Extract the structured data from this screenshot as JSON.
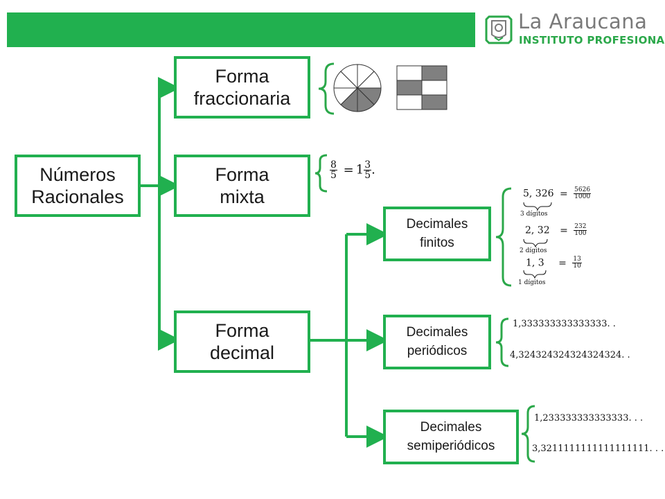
{
  "header": {
    "logo_name": "La Araucana",
    "logo_subtitle": "INSTITUTO PROFESIONAL"
  },
  "colors": {
    "accent": "#21b04f",
    "brace": "#2ba84a",
    "shade": "#808080"
  },
  "nodes": {
    "root": [
      "Números",
      "Racionales"
    ],
    "fractional": [
      "Forma",
      "fraccionaria"
    ],
    "mixed": [
      "Forma",
      "mixta"
    ],
    "decimal": [
      "Forma",
      "decimal"
    ],
    "finite": [
      "Decimales",
      "finitos"
    ],
    "periodic": [
      "Decimales",
      "periódicos"
    ],
    "semiperiodic": [
      "Decimales",
      "semiperiódicos"
    ]
  },
  "mixed_example": {
    "num": "8",
    "den": "5",
    "eq": "=",
    "whole": "1",
    "num2": "3",
    "den2": "5",
    "dot": "."
  },
  "finite_examples": [
    {
      "decimal": "5, 326",
      "num": "5626",
      "den": "1000",
      "under": "3 dígitos"
    },
    {
      "decimal": "2, 32",
      "num": "232",
      "den": "100",
      "under": "2 dígitos"
    },
    {
      "decimal": "1, 3",
      "num": "13",
      "den": "10",
      "under": "1 dígitos"
    }
  ],
  "periodic_examples": [
    "1,333333333333333. .",
    "4,324324324324324324. ."
  ],
  "semiperiodic_examples": [
    "1,233333333333333. . .",
    "3,3211111111111111111. . ."
  ]
}
